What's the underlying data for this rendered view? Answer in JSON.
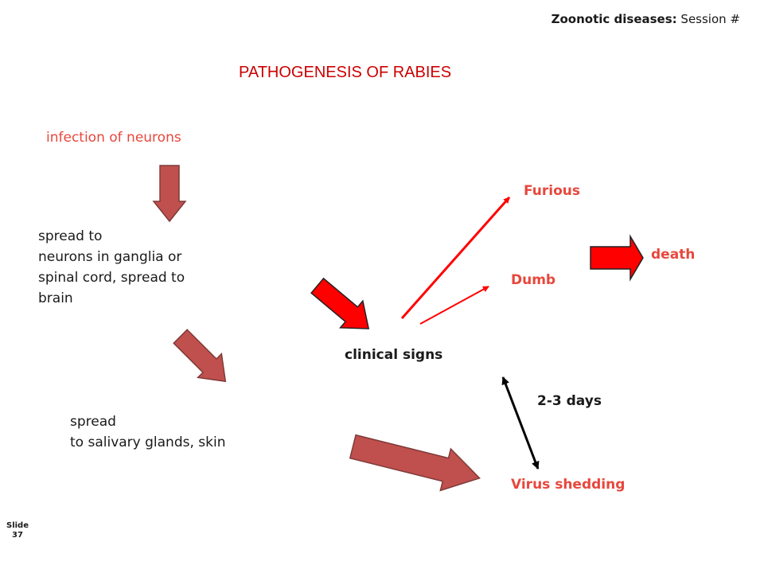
{
  "header": {
    "course": "Zoonotic diseases:",
    "session": "Session #"
  },
  "title": "PATHOGENESIS OF RABIES",
  "steps": {
    "infection": "infection of neurons",
    "spread_brain": [
      "spread to",
      "neurons in ganglia or",
      "spinal cord, spread to",
      "brain"
    ],
    "spread_salivary": [
      "spread",
      "to salivary glands, skin"
    ],
    "clinical_signs": "clinical signs",
    "furious": "Furious",
    "dumb": "Dumb",
    "death": "death",
    "duration": "2-3 days",
    "virus_shedding": "Virus shedding"
  },
  "slide": {
    "label": "Slide",
    "number": "37"
  },
  "colors": {
    "block_arrow_brown": "#c0504d",
    "block_arrow_red": "#ff0000",
    "line_arrow_red": "#ff0000",
    "line_arrow_black": "#000000",
    "label_red": "#e8473c",
    "title_red": "#cc0000"
  }
}
